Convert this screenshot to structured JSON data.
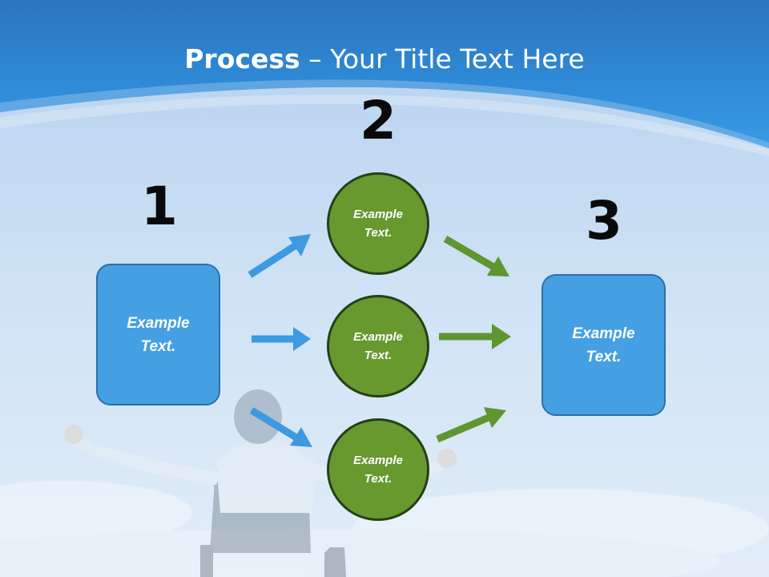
{
  "slide": {
    "title_bold": "Process",
    "title_rest": " – Your Title Text Here"
  },
  "steps": {
    "step1": {
      "number": "1",
      "box_label_line1": "Example",
      "box_label_line2": "Text."
    },
    "step2": {
      "number": "2",
      "circles": [
        {
          "line1": "Example",
          "line2": "Text."
        },
        {
          "line1": "Example",
          "line2": "Text."
        },
        {
          "line1": "Example",
          "line2": "Text."
        }
      ]
    },
    "step3": {
      "number": "3",
      "box_label_line1": "Example",
      "box_label_line2": "Text."
    }
  },
  "colors": {
    "header_blue": "#2b86d3",
    "box_blue": "#45a0e3",
    "circle_green": "#67992f",
    "arrow_blue": "#3d9ae0",
    "arrow_green": "#5e9630"
  },
  "icons": {
    "background": "person-in-chair-arms-raised-sky-photo"
  }
}
